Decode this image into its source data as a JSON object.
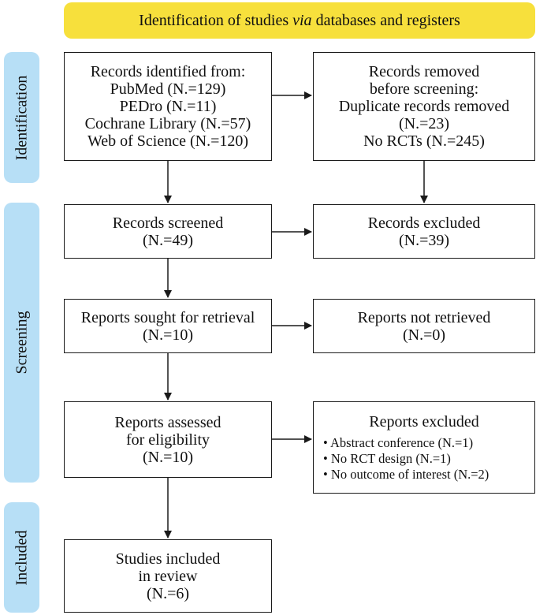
{
  "header": {
    "pre": "Identification of studies ",
    "em": "via",
    "post": " databases and registers"
  },
  "phases": {
    "identification": "Identification",
    "screening": "Screening",
    "included": "Included"
  },
  "boxes": {
    "identified": {
      "title": "Records identified from:",
      "lines": [
        "PubMed (N.=129)",
        "PEDro (N.=11)",
        "Cochrane Library (N.=57)",
        "Web of Science (N.=120)"
      ]
    },
    "removed": {
      "lines": [
        "Records removed",
        "before screening:",
        "Duplicate records removed",
        "(N.=23)",
        "No RCTs (N.=245)"
      ]
    },
    "screened": {
      "lines": [
        "Records screened",
        "(N.=49)"
      ]
    },
    "excluded": {
      "lines": [
        "Records excluded",
        "(N.=39)"
      ]
    },
    "sought": {
      "lines": [
        "Reports sought for retrieval",
        "(N.=10)"
      ]
    },
    "not_retrieved": {
      "lines": [
        "Reports not retrieved",
        "(N.=0)"
      ]
    },
    "assessed": {
      "lines": [
        "Reports assessed",
        "for eligibility",
        "(N.=10)"
      ]
    },
    "reports_excluded": {
      "title": "Reports excluded",
      "items": [
        "Abstract conference (N.=1)",
        "No RCT design (N.=1)",
        "No outcome of interest (N.=2)"
      ]
    },
    "included": {
      "lines": [
        "Studies included",
        "in review",
        "(N.=6)"
      ]
    }
  },
  "colors": {
    "header": "#f7e03c",
    "phase": "#b7dff6",
    "line": "#1a1a1a"
  }
}
